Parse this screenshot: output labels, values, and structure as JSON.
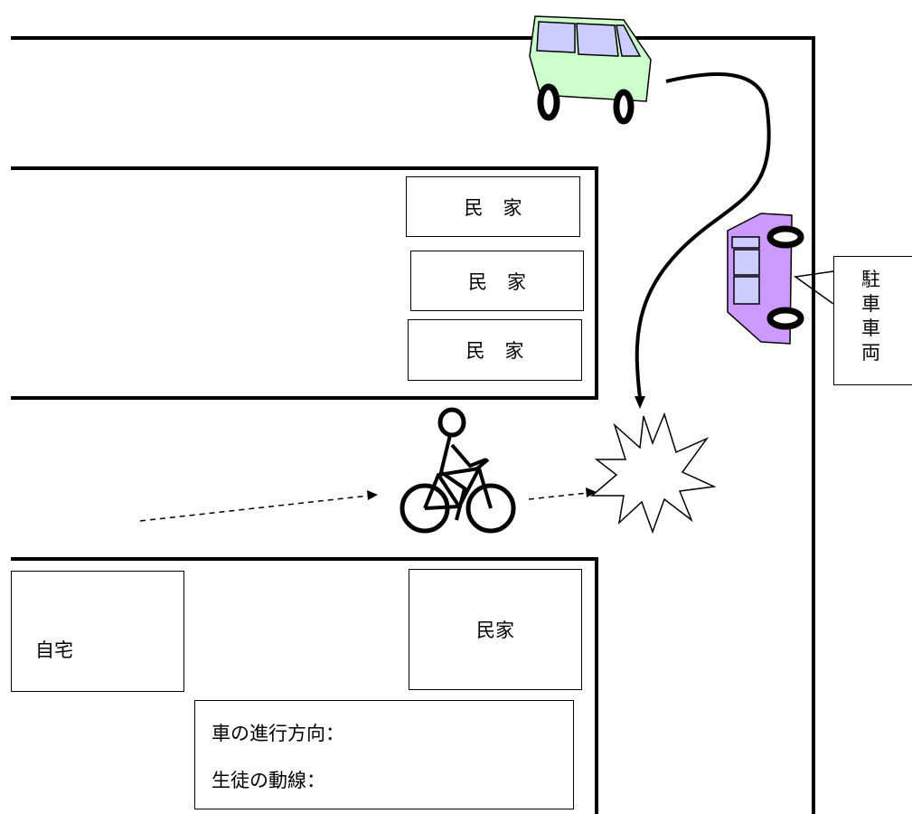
{
  "houses": {
    "top_1": "民家",
    "top_2": "民家",
    "top_3": "民家",
    "bottom_right": "民家"
  },
  "home": "自宅",
  "parked_vehicle_label": "駐車車両",
  "legend": {
    "car_direction": "車の進行方向：",
    "student_path": "生徒の動線："
  },
  "colors": {
    "moving_car_body": "#ccffcc",
    "moving_car_window": "#ccccff",
    "parked_car_body": "#cc99ff",
    "parked_car_window": "#ccccff",
    "road_line": "#000000"
  },
  "icons": [
    "green-car-icon",
    "purple-parked-car-icon",
    "cyclist-icon",
    "collision-burst-icon"
  ]
}
